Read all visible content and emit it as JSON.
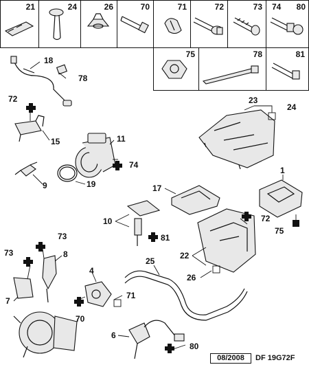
{
  "legend_cells": {
    "row1": [
      "21",
      "24",
      "26",
      "70",
      "71",
      "72",
      "73",
      "74",
      "80"
    ],
    "row2": [
      "75",
      "78",
      "81"
    ]
  },
  "callouts": {
    "c18": "18",
    "c78_wire": "78",
    "c72_left": "72",
    "c15": "15",
    "c9": "9",
    "c11": "11",
    "c74": "74",
    "c19": "19",
    "c23": "23",
    "c24": "24",
    "c1": "1",
    "c72_right": "72",
    "c75": "75",
    "c17": "17",
    "c10": "10",
    "c81": "81",
    "c22": "22",
    "c26": "26",
    "c25": "25",
    "c73_a": "73",
    "c73_b": "73",
    "c8": "8",
    "c7": "7",
    "c4": "4",
    "c71": "71",
    "c70": "70",
    "c6": "6",
    "c80": "80"
  },
  "footer": {
    "date": "08/2008",
    "ref": "DF 19G72F"
  }
}
